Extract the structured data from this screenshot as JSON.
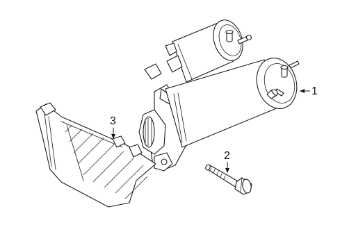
{
  "callouts": [
    {
      "id": "1"
    },
    {
      "id": "2"
    },
    {
      "id": "3"
    }
  ],
  "colors": {
    "line": "#1a1a1a",
    "background": "#ffffff"
  }
}
